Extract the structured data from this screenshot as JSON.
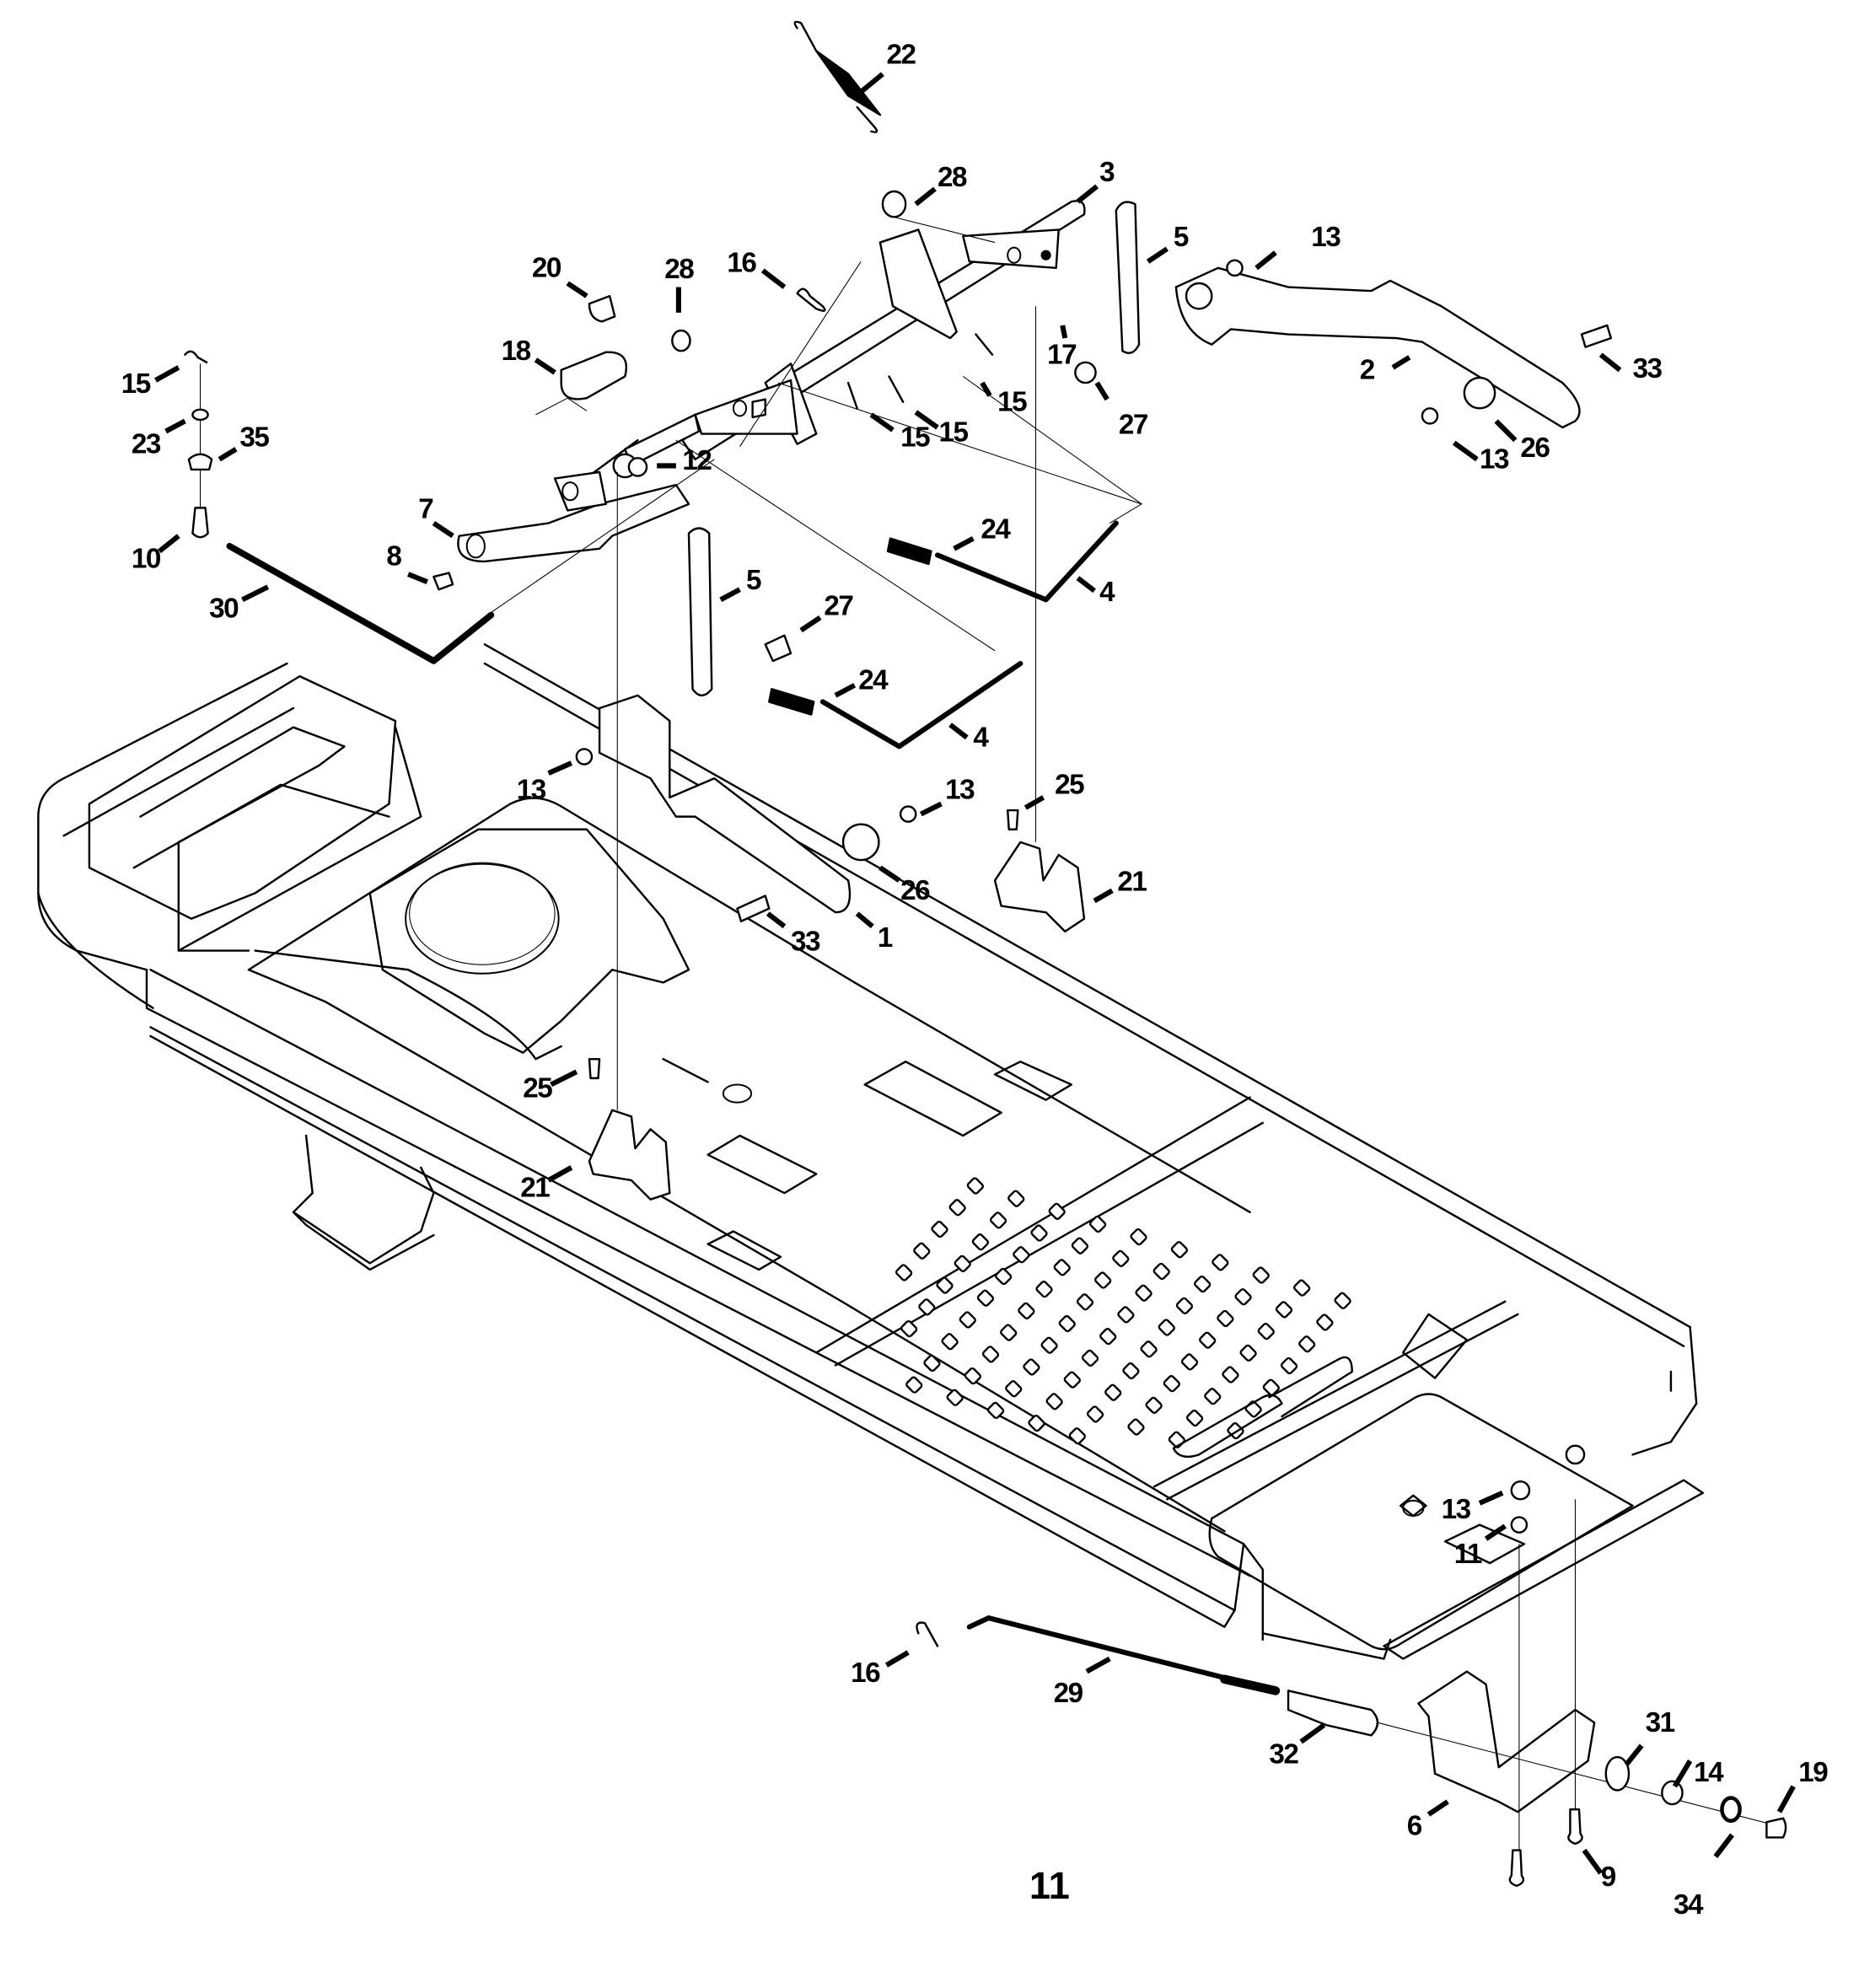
{
  "diagram": {
    "title": "Frame and control linkage exploded parts view",
    "page_label": "11",
    "colors": {
      "line": "#000000",
      "background": "#ffffff"
    },
    "callouts": [
      {
        "id": "c1",
        "label": "1",
        "part": "control-lever-plate"
      },
      {
        "id": "c2",
        "label": "2",
        "part": "control-lever-plate-right"
      },
      {
        "id": "c3",
        "label": "3",
        "part": "shaft"
      },
      {
        "id": "c4a",
        "label": "4",
        "part": "rod"
      },
      {
        "id": "c4b",
        "label": "4",
        "part": "rod"
      },
      {
        "id": "c5a",
        "label": "5",
        "part": "slotted-link"
      },
      {
        "id": "c5b",
        "label": "5",
        "part": "slotted-link"
      },
      {
        "id": "c6",
        "label": "6",
        "part": "bracket"
      },
      {
        "id": "c7",
        "label": "7",
        "part": "lever-arm"
      },
      {
        "id": "c8",
        "label": "8",
        "part": "bolt"
      },
      {
        "id": "c9",
        "label": "9",
        "part": "bolt"
      },
      {
        "id": "c10",
        "label": "10",
        "part": "ferrule"
      },
      {
        "id": "c11a",
        "label": "11",
        "part": "nut"
      },
      {
        "id": "c12",
        "label": "12",
        "part": "nut"
      },
      {
        "id": "c13a",
        "label": "13",
        "part": "nut"
      },
      {
        "id": "c13b",
        "label": "13",
        "part": "nut"
      },
      {
        "id": "c13c",
        "label": "13",
        "part": "nut"
      },
      {
        "id": "c13d",
        "label": "13",
        "part": "nut"
      },
      {
        "id": "c13e",
        "label": "13",
        "part": "nut"
      },
      {
        "id": "c14",
        "label": "14",
        "part": "nut"
      },
      {
        "id": "c15a",
        "label": "15",
        "part": "cotter-pin"
      },
      {
        "id": "c15b",
        "label": "15",
        "part": "cotter-pin"
      },
      {
        "id": "c15c",
        "label": "15",
        "part": "cotter-pin"
      },
      {
        "id": "c15d",
        "label": "15",
        "part": "cotter-pin"
      },
      {
        "id": "c16a",
        "label": "16",
        "part": "hairpin-clip"
      },
      {
        "id": "c16b",
        "label": "16",
        "part": "hairpin-clip"
      },
      {
        "id": "c17",
        "label": "17",
        "part": "e-ring"
      },
      {
        "id": "c18",
        "label": "18",
        "part": "knob"
      },
      {
        "id": "c19",
        "label": "19",
        "part": "cap"
      },
      {
        "id": "c20",
        "label": "20",
        "part": "clip"
      },
      {
        "id": "c21a",
        "label": "21",
        "part": "guide-bracket"
      },
      {
        "id": "c21b",
        "label": "21",
        "part": "guide-bracket"
      },
      {
        "id": "c22",
        "label": "22",
        "part": "extension-spring"
      },
      {
        "id": "c23",
        "label": "23",
        "part": "washer"
      },
      {
        "id": "c24a",
        "label": "24",
        "part": "spring"
      },
      {
        "id": "c24b",
        "label": "24",
        "part": "spring"
      },
      {
        "id": "c25a",
        "label": "25",
        "part": "screw"
      },
      {
        "id": "c25b",
        "label": "25",
        "part": "screw"
      },
      {
        "id": "c26a",
        "label": "26",
        "part": "washer"
      },
      {
        "id": "c26b",
        "label": "26",
        "part": "washer"
      },
      {
        "id": "c27a",
        "label": "27",
        "part": "shoulder-bolt"
      },
      {
        "id": "c27b",
        "label": "27",
        "part": "shoulder-bolt"
      },
      {
        "id": "c28a",
        "label": "28",
        "part": "nut"
      },
      {
        "id": "c28b",
        "label": "28",
        "part": "nut"
      },
      {
        "id": "c29",
        "label": "29",
        "part": "threaded-rod"
      },
      {
        "id": "c30",
        "label": "30",
        "part": "rod"
      },
      {
        "id": "c31",
        "label": "31",
        "part": "washer"
      },
      {
        "id": "c32",
        "label": "32",
        "part": "spacer"
      },
      {
        "id": "c33a",
        "label": "33",
        "part": "bolt"
      },
      {
        "id": "c33b",
        "label": "33",
        "part": "bolt"
      },
      {
        "id": "c34",
        "label": "34",
        "part": "lock-nut"
      },
      {
        "id": "c35",
        "label": "35",
        "part": "bushing"
      }
    ]
  }
}
